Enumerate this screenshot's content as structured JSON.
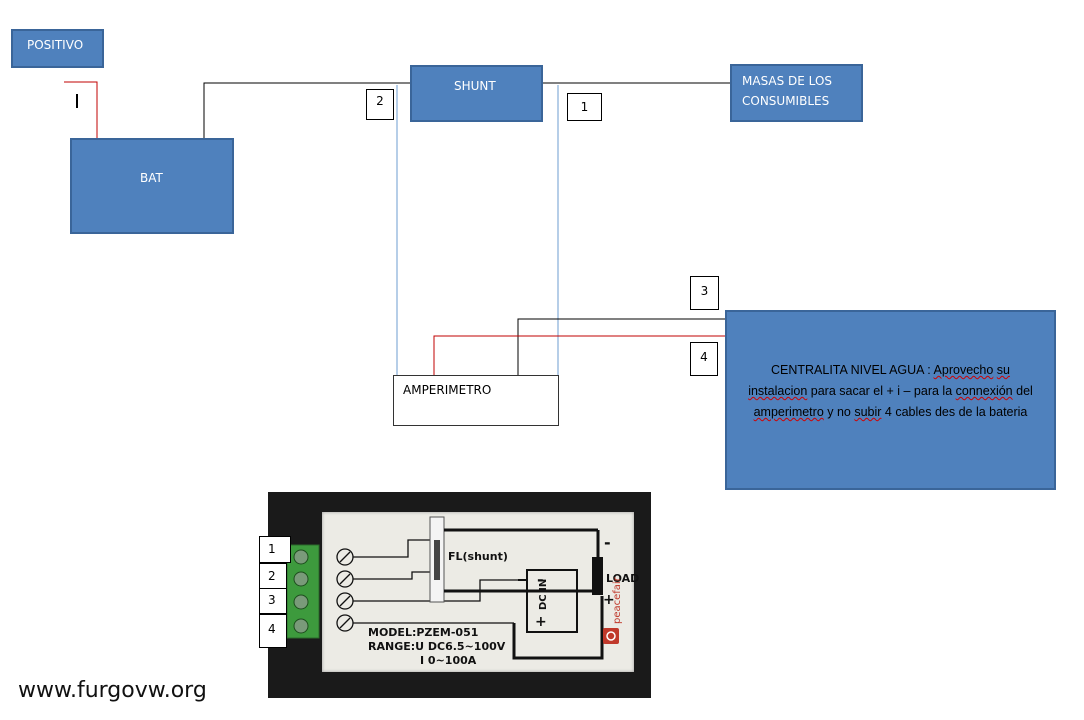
{
  "labels": {
    "positivo": "POSITIVO",
    "bat": "BAT",
    "shunt": "SHUNT",
    "masas_line1": "MASAS  DE  LOS",
    "masas_line2": "CONSUMIBLES",
    "amperimetro": "AMPERIMETRO",
    "centralita": {
      "p1": "CENTRALITA NIVEL AGUA  : ",
      "p2": "Aprovecho",
      "p3": " ",
      "p4": "su",
      "p5": "instalacion",
      "p6": " para sacar el + i – para la ",
      "p7": "connexión",
      "p8": " del ",
      "p9": "amperimetro",
      "p10": " y no ",
      "p11": "subir",
      "p12": " 4 cables des de la bateria"
    }
  },
  "numbers": {
    "n1": "1",
    "n2": "2",
    "n3": "3",
    "n4": "4"
  },
  "meter": {
    "terminals": [
      "1",
      "2",
      "3",
      "4"
    ],
    "shunt_label": "FL(shunt)",
    "load_label": "LOAD",
    "load_minus": "-",
    "load_plus": "+",
    "dcin_label": "DC IN",
    "dcin_minus": "-",
    "dcin_plus": "+",
    "model_line": "MODEL:PZEM-051",
    "range_line": "RANGE:U DC6.5~100V",
    "current_line": "I  0~100A",
    "brand": "peacefair"
  },
  "watermark": "www.furgovw.org",
  "colors": {
    "box_fill": "#4f81bd",
    "wire_black": "#000000",
    "wire_red": "#c00000",
    "wire_blue": "#6d9ed1"
  }
}
